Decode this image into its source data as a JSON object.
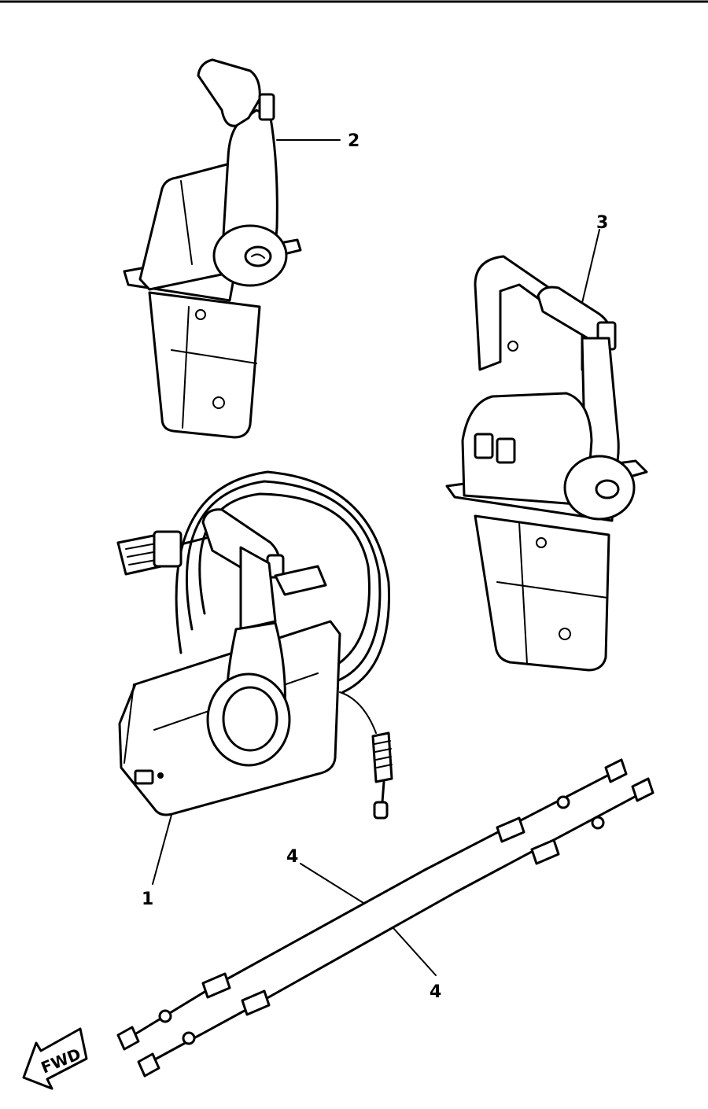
{
  "callouts": {
    "c1": "1",
    "c2": "2",
    "c3": "3",
    "c4a": "4",
    "c4b": "4"
  },
  "fwd_label": "FWD"
}
